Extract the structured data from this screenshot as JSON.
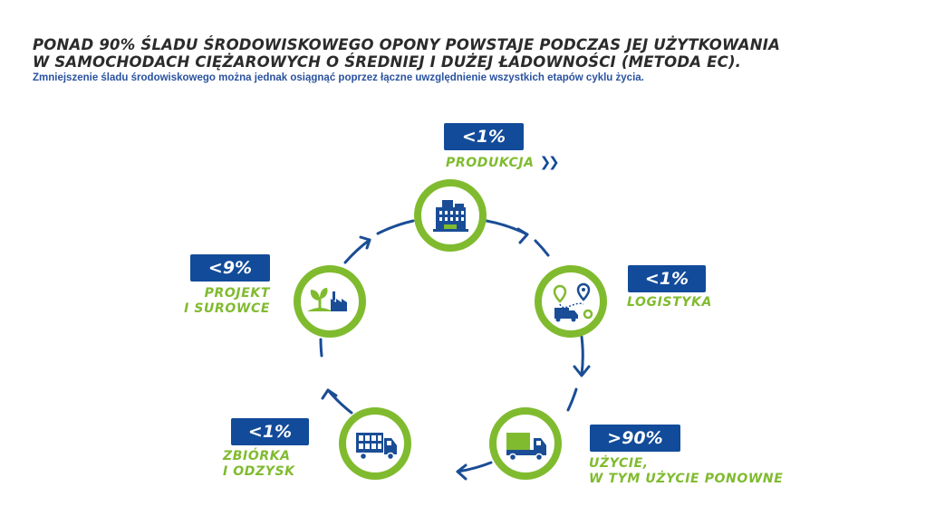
{
  "header": {
    "title_line1": "PONAD 90% ŚLADU ŚRODOWISKOWEGO OPONY POWSTAJE PODCZAS JEJ UŻYTKOWANIA",
    "title_line2": "W SAMOCHODACH CIĘŻAROWYCH O ŚREDNIEJ I DUŻEJ ŁADOWNOŚCI (METODA EC).",
    "subtitle": "Zmniejszenie śladu środowiskowego można jednak osiągnąć poprzez łączne uwzględnienie wszystkich etapów cyklu życia."
  },
  "colors": {
    "blue": "#124b99",
    "green": "#80bb2f",
    "ring_blue": "#1a4d96"
  },
  "stages": [
    {
      "id": "produkcja",
      "value": "<1%",
      "label_lines": [
        "PRODUKCJA"
      ],
      "icon": "factory-building-icon",
      "chevron": "❯❯"
    },
    {
      "id": "logistyka",
      "value": "<1%",
      "label_lines": [
        "LOGISTYKA"
      ],
      "icon": "logistics-route-truck-icon"
    },
    {
      "id": "uzycie",
      "value": ">90%",
      "label_lines": [
        "UŻYCIE,",
        "W TYM UŻYCIE PONOWNE"
      ],
      "icon": "truck-icon"
    },
    {
      "id": "zbiorka",
      "value": "<1%",
      "label_lines": [
        "ZBIÓRKA",
        "I ODZYSK"
      ],
      "icon": "box-truck-icon"
    },
    {
      "id": "projekt",
      "value": "<9%",
      "label_lines": [
        "PROJEKT",
        "I SUROWCE"
      ],
      "icon": "plant-factory-icon"
    }
  ]
}
